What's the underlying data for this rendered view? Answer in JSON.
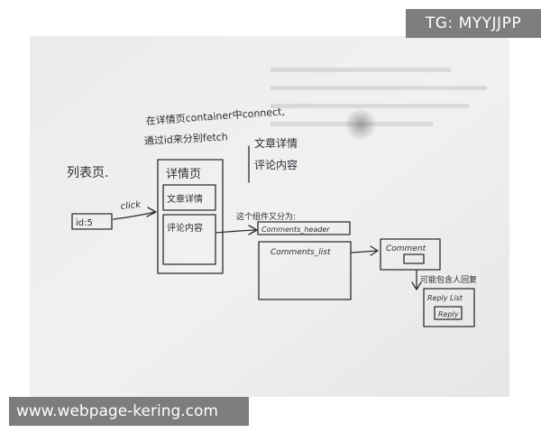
{
  "watermarks": {
    "top_right": "TG: MYYJJPP",
    "bottom_left": "www.webpage-kering.com"
  },
  "sketch": {
    "note_top_line1": "在详情页container中connect,",
    "note_top_line2": "通过id来分别fetch",
    "note_right_1": "文章详情",
    "note_right_2": "评论内容",
    "list_page_label": "列表页.",
    "id_box_label": "id:5",
    "click_label": "click",
    "detail_page_title": "详情页",
    "article_detail_box": "文章详情",
    "comments_box": "评论内容",
    "split_note": "这个组件又分为:",
    "comments_header": "Comments_header",
    "comments_list": "Comments_list",
    "comment_box": "Comment",
    "reply_note": "可能包含人回复",
    "reply_list": "Reply List",
    "reply_item": "Reply"
  }
}
